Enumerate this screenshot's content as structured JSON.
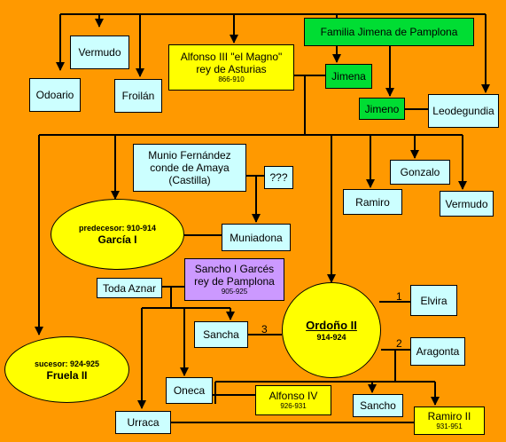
{
  "boxes": {
    "familia": "Familia Jimena de Pamplona",
    "vermudo_top": "Vermudo",
    "alfonso3_l1": "Alfonso III \"el Magno\"",
    "alfonso3_l2": "rey de Asturias",
    "alfonso3_dates": "866-910",
    "jimena": "Jimena",
    "odoario": "Odoario",
    "froilan": "Froilán",
    "jimeno": "Jimeno",
    "leodegundia": "Leodegundia",
    "munio_l1": "Munio Fernández",
    "munio_l2": "conde de Amaya",
    "munio_l3": "(Castilla)",
    "unknown": "???",
    "gonzalo": "Gonzalo",
    "ramiro": "Ramiro",
    "vermudo_right": "Vermudo",
    "muniadona": "Muniadona",
    "sancho1_l1": "Sancho I Garcés",
    "sancho1_l2": "rey de Pamplona",
    "sancho1_dates": "905-925",
    "toda": "Toda Aznar",
    "elvira": "Elvira",
    "sancha": "Sancha",
    "aragonta": "Aragonta",
    "oneca": "Oneca",
    "alfonso4": "Alfonso IV",
    "alfonso4_dates": "926-931",
    "sancho_bottom": "Sancho",
    "urraca": "Urraca",
    "ramiro2": "Ramiro II",
    "ramiro2_dates": "931-951"
  },
  "ellipses": {
    "garcia_top": "predecesor: 910-914",
    "garcia_name": "García I",
    "ordono_name": "Ordoño II",
    "ordono_dates": "914-924",
    "fruela_top": "sucesor: 924-925",
    "fruela_name": "Fruela II"
  },
  "marriage_numbers": {
    "elvira": "1",
    "aragonta": "2",
    "sancha": "3"
  },
  "colors": {
    "background": "#FF9900",
    "light_blue": "#CCFFFF",
    "yellow": "#FFFF00",
    "green": "#00DD33",
    "violet": "#CC99FF"
  }
}
